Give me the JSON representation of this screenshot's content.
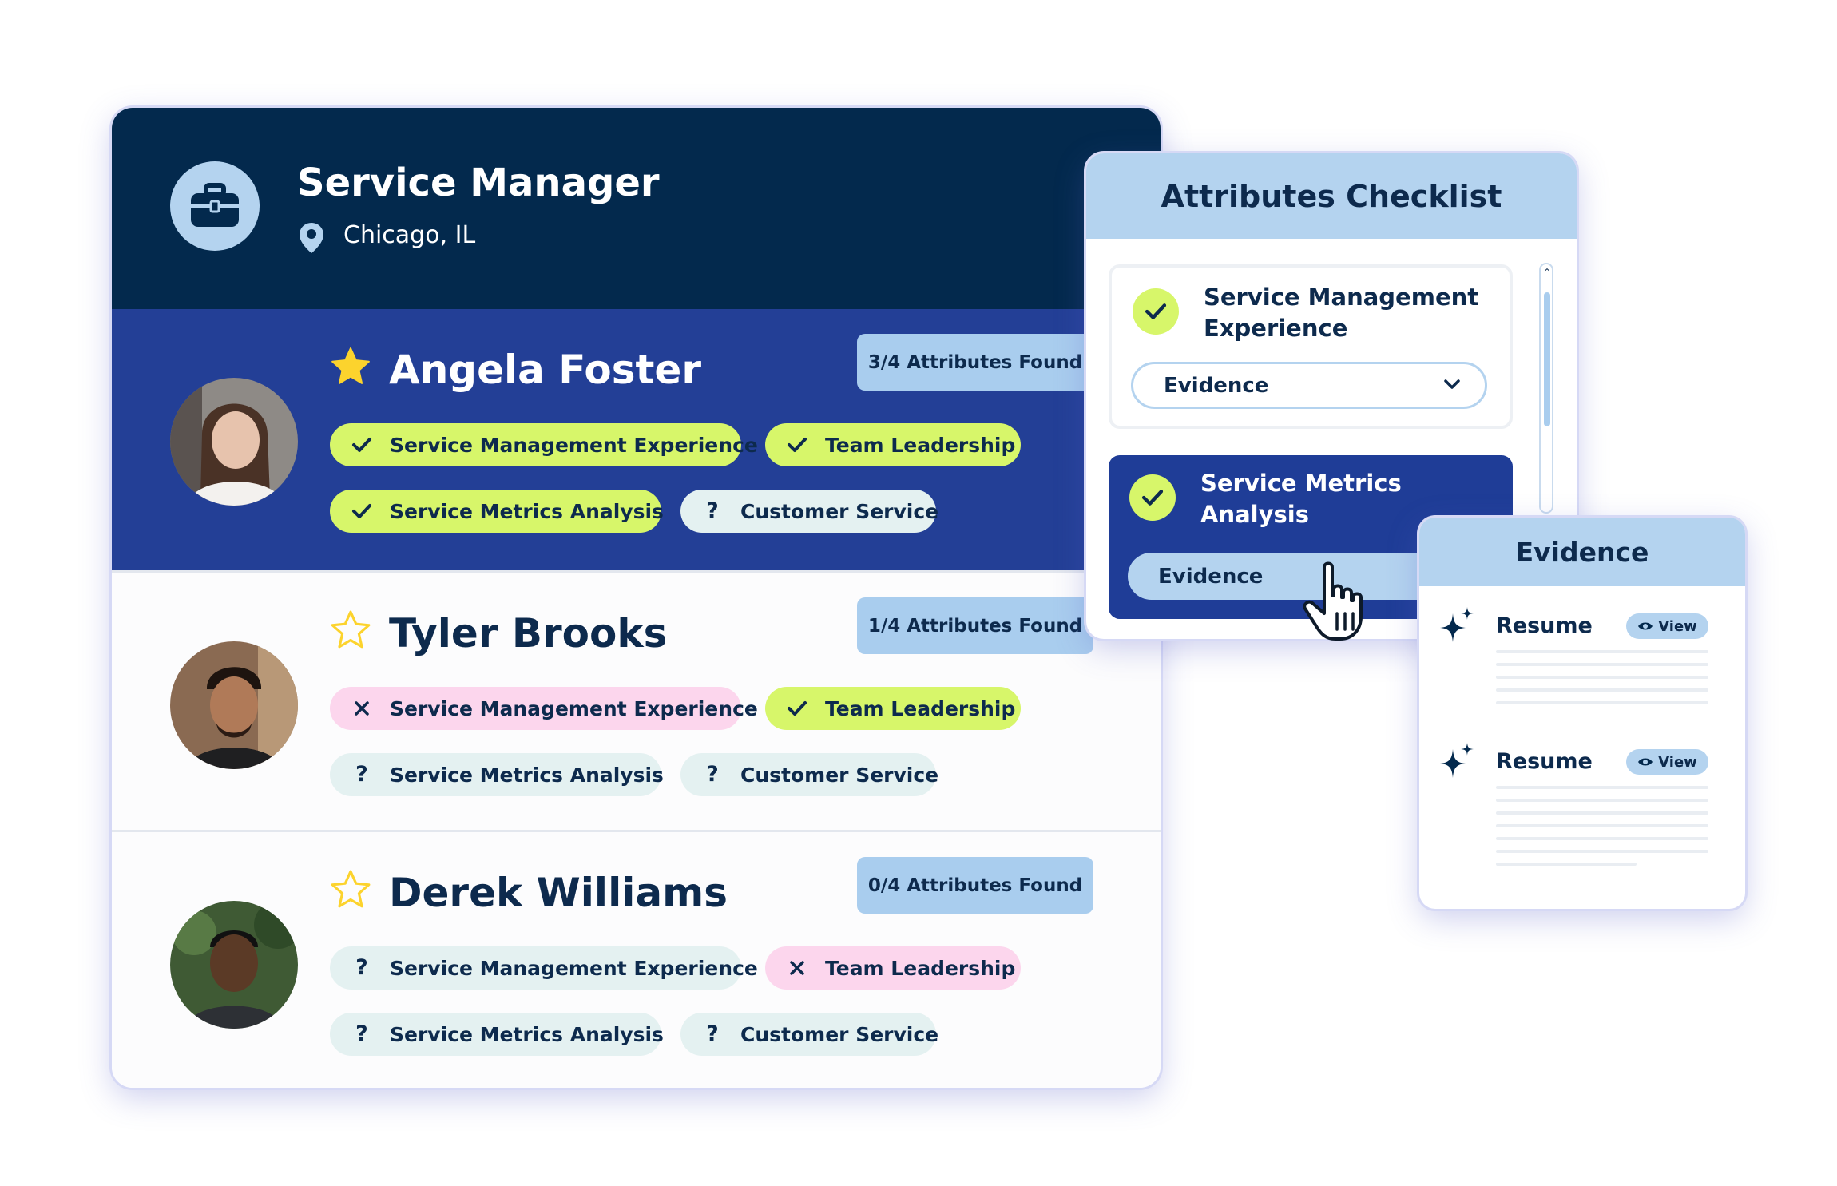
{
  "job": {
    "title": "Service Manager",
    "location": "Chicago, IL"
  },
  "candidates": [
    {
      "name": "Angela Foster",
      "starred": true,
      "found_badge": "3/4 Attributes Found",
      "attributes": [
        {
          "label": "Service Management Experience",
          "status": "found"
        },
        {
          "label": "Team Leadership",
          "status": "found"
        },
        {
          "label": "Service Metrics Analysis",
          "status": "found"
        },
        {
          "label": "Customer Service",
          "status": "unknown"
        }
      ]
    },
    {
      "name": "Tyler Brooks",
      "starred": false,
      "found_badge": "1/4 Attributes Found",
      "attributes": [
        {
          "label": "Service Management Experience",
          "status": "missing"
        },
        {
          "label": "Team Leadership",
          "status": "found"
        },
        {
          "label": "Service Metrics Analysis",
          "status": "unknown"
        },
        {
          "label": "Customer Service",
          "status": "unknown"
        }
      ]
    },
    {
      "name": "Derek Williams",
      "starred": false,
      "found_badge": "0/4 Attributes Found",
      "attributes": [
        {
          "label": "Service Management Experience",
          "status": "unknown"
        },
        {
          "label": "Team Leadership",
          "status": "missing"
        },
        {
          "label": "Service Metrics Analysis",
          "status": "unknown"
        },
        {
          "label": "Customer Service",
          "status": "unknown"
        }
      ]
    }
  ],
  "checklist": {
    "title": "Attributes Checklist",
    "items": [
      {
        "label": "Service Management Experience",
        "select_value": "Evidence"
      },
      {
        "label": "Service Metrics Analysis",
        "select_value": "Evidence"
      }
    ]
  },
  "evidence": {
    "title": "Evidence",
    "items": [
      {
        "label": "Resume",
        "action": "View"
      },
      {
        "label": "Resume",
        "action": "View"
      }
    ]
  },
  "colors": {
    "navy": "#03294d",
    "selected_row": "#233f96",
    "found_chip": "#d7f66a",
    "missing_chip": "#fcd6ed",
    "unknown_chip": "#e4f1f1",
    "light_blue": "#b4d3ef"
  },
  "icons": {
    "job": "briefcase-icon",
    "location": "map-pin-icon",
    "found": "check-icon",
    "missing": "x-icon",
    "unknown": "question-icon",
    "evidence": "sparkle-icon",
    "view": "eye-icon",
    "cursor": "hand-pointer-icon"
  }
}
